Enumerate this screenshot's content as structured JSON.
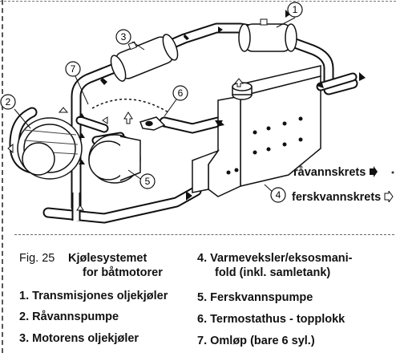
{
  "diagram": {
    "callouts": [
      "1",
      "2",
      "3",
      "4",
      "5",
      "6",
      "7"
    ],
    "legend": {
      "raw_water": "råvannskrets",
      "fresh_water": "ferskvannskrets"
    }
  },
  "caption": {
    "fig_number": "Fig. 25",
    "title_line1": "Kjølesystemet",
    "title_line2": "for båtmotorer",
    "items": [
      {
        "num": "1.",
        "text": "Transmisjones oljekjøler"
      },
      {
        "num": "2.",
        "text": "Råvannspumpe"
      },
      {
        "num": "3.",
        "text": "Motorens oljekjøler"
      },
      {
        "num": "4.",
        "text": "Varmeveksler/eksosmani-",
        "text2": "fold (inkl. samletank)"
      },
      {
        "num": "5.",
        "text": "Ferskvannspumpe"
      },
      {
        "num": "6.",
        "text": "Termostathus - topplokk"
      },
      {
        "num": "7.",
        "text": "Omløp (bare 6 syl.)"
      }
    ]
  },
  "colors": {
    "ink": "#111111",
    "paper": "#ffffff"
  }
}
